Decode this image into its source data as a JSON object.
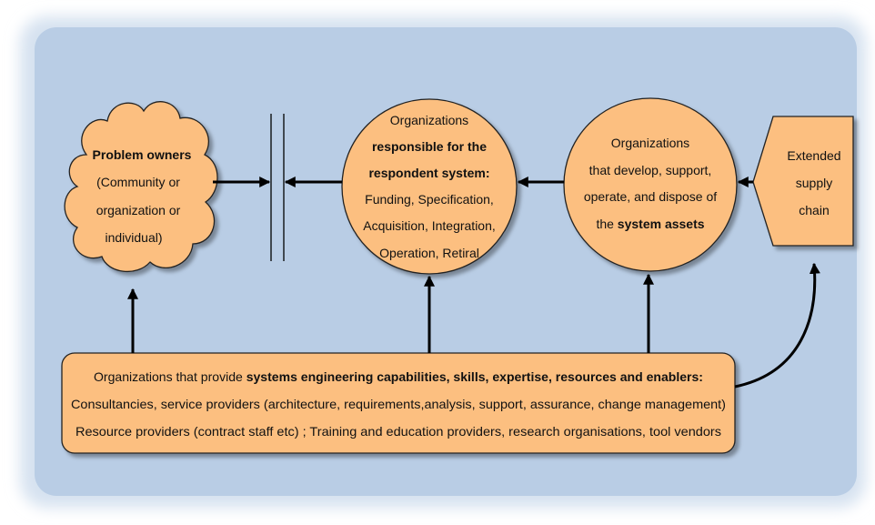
{
  "colors": {
    "panel": "#b9cde5",
    "glow": "#d6e2f0",
    "shape": "#fcbf80"
  },
  "problem_owners": {
    "title": "Problem owners",
    "lines": [
      "(Community or",
      "organization or",
      "individual)"
    ]
  },
  "respondent": {
    "line1": "Organizations",
    "bold_lines": [
      "responsible for the",
      "respondent system:"
    ],
    "lines": [
      "Funding, Specification,",
      "Acquisition, Integration,",
      "Operation, Retiral"
    ]
  },
  "assets": {
    "lines": [
      "Organizations",
      "that develop, support,",
      "operate, and dispose  of"
    ],
    "last_prefix": "the ",
    "last_bold": "system assets"
  },
  "supply_chain": {
    "lines": [
      "Extended",
      "supply",
      "chain"
    ]
  },
  "providers": {
    "line1_prefix": "Organizations that provide ",
    "line1_bold": "systems engineering capabilities, skills, expertise, resources and enablers:",
    "line2": "Consultancies, service providers (architecture, requirements,analysis, support,  assurance, change management)",
    "line3": "Resource providers (contract staff etc) ; Training and education providers, research organisations, tool vendors"
  }
}
